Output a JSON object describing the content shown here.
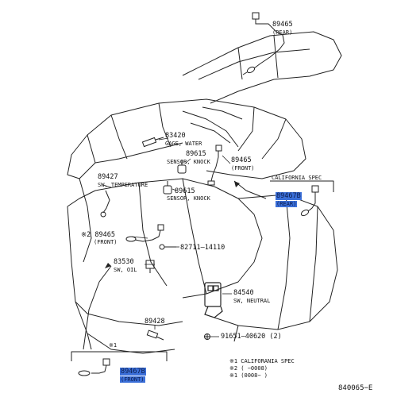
{
  "parts": {
    "p89465_rear": {
      "num": "89465",
      "desc": "(REAR)"
    },
    "p83420": {
      "num": "83420",
      "desc": "GAGE, WATER"
    },
    "p89615_a": {
      "num": "89615",
      "desc": "SENSOR, KNOCK"
    },
    "p89465_front_top": {
      "num": "89465",
      "desc": "(FRONT)"
    },
    "p89427": {
      "num": "89427",
      "desc": "SW, TEMPERATURE"
    },
    "p89615_b": {
      "num": "89615",
      "desc": "SENSOR, KNOCK"
    },
    "p89465_front_left": {
      "num": "※2 89465",
      "desc": "(FRONT)"
    },
    "p82711": {
      "num": "82711—14110"
    },
    "p83530": {
      "num": "83530",
      "desc": "SW, OIL"
    },
    "p84540": {
      "num": "84540",
      "desc": "SW, NEUTRAL"
    },
    "p89428": {
      "num": "89428"
    },
    "p91651": {
      "num": "91651—40620 (2)"
    },
    "p89467b_rear": {
      "num": "89467B",
      "desc": "(REAR)"
    },
    "p89467b_front": {
      "num": "89467B",
      "desc": "(FRONT)"
    }
  },
  "california_box": {
    "title": "CALIFORNIA SPEC"
  },
  "note_marker": "※1",
  "legend": {
    "line1": "※1 CALIFORANIA SPEC",
    "line2": "※2 (    −0008)",
    "line3": "※1 (0008−    )"
  },
  "figure_id": "840065−E",
  "colors": {
    "highlight": "#3b6fd8",
    "line": "#222222"
  }
}
